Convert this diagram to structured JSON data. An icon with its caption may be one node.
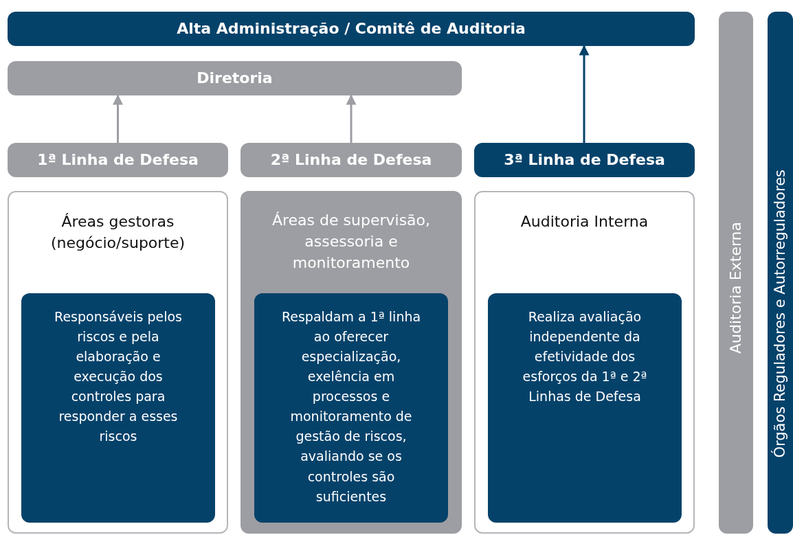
{
  "diagram": {
    "nodes": [
      {
        "text": [
          "Alta Administração / Comitê de Auditoria"
        ]
      },
      {
        "text": [
          "Diretoria"
        ]
      },
      {
        "text": [
          "1ª Linha de Defesa"
        ]
      },
      {
        "text": [
          "2ª Linha de Defesa"
        ]
      },
      {
        "text": [
          "3ª Linha de Defesa"
        ]
      },
      {
        "text": [
          "Áreas gestoras (negócio/suporte)"
        ]
      },
      {
        "text": [
          "Responsáveis pelos riscos e pela elaboração e execução dos controles para responder a esses riscos"
        ],
        "in": 5
      },
      {
        "text": [
          "Áreas de supervisão, assessoria e monitoramento"
        ]
      },
      {
        "text": [
          "Respaldam a 1ª linha ao oferecer especialização, exelência em processos e monitoramento de gestão de riscos, avaliando se os controles são suficientes"
        ],
        "in": 7
      },
      {
        "text": [
          "Auditoria Interna"
        ]
      },
      {
        "text": [
          "Realiza avaliação independente da efetividade dos esforços da 1ª e 2ª Linhas de Defesa"
        ],
        "in": 9
      },
      {
        "text": [
          "Auditoria Externa"
        ]
      },
      {
        "text": [
          "Órgãos Reguladores e Autorreguladores"
        ]
      }
    ],
    "edges": [
      {
        "from": 2,
        "to": 1,
        "arrow": "to"
      },
      {
        "from": 3,
        "to": 1,
        "arrow": "to"
      },
      {
        "from": 4,
        "to": 0,
        "arrow": "to",
        "color": "#05426a"
      }
    ]
  }
}
